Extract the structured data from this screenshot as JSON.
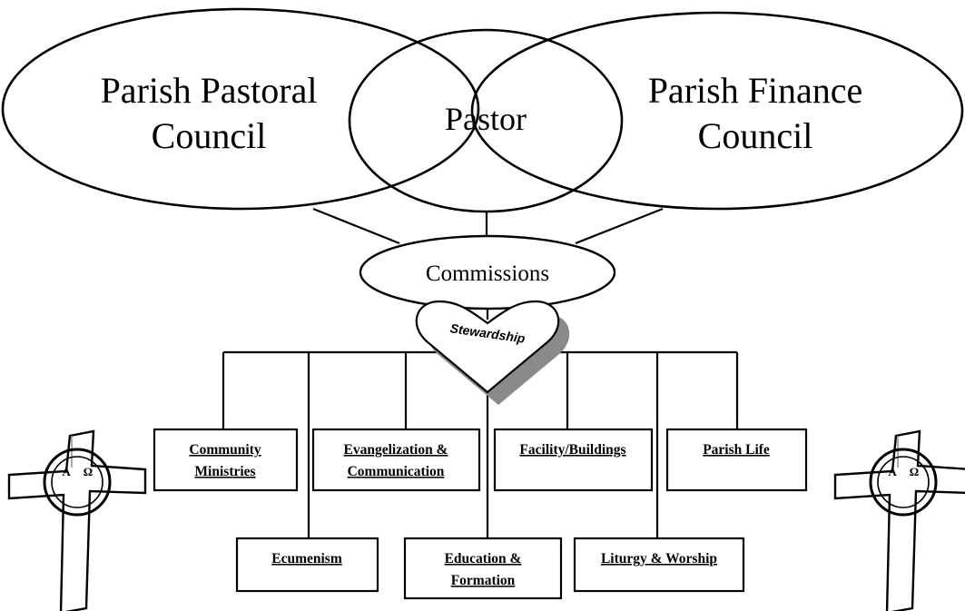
{
  "ellipses": {
    "pastoral_council": [
      "Parish Pastoral",
      "Council"
    ],
    "pastor": "Pastor",
    "finance_council": [
      "Parish Finance",
      "Council"
    ]
  },
  "commissions": "Commissions",
  "heart": {
    "label": "Stewardship",
    "shadow_color": "#8a8a8a"
  },
  "boxes": {
    "community_ministries": [
      "Community",
      "Ministries"
    ],
    "evangelization": [
      "Evangelization &",
      "Communication"
    ],
    "facility": [
      "Facility/Buildings"
    ],
    "parish_life": [
      "Parish Life"
    ],
    "ecumenism": [
      "Ecumenism"
    ],
    "education": [
      "Education &",
      "Formation"
    ],
    "liturgy": [
      "Liturgy & Worship"
    ]
  },
  "crosses": {
    "icon": "celtic-cross-icon",
    "alpha": "A",
    "omega": "Ω"
  }
}
